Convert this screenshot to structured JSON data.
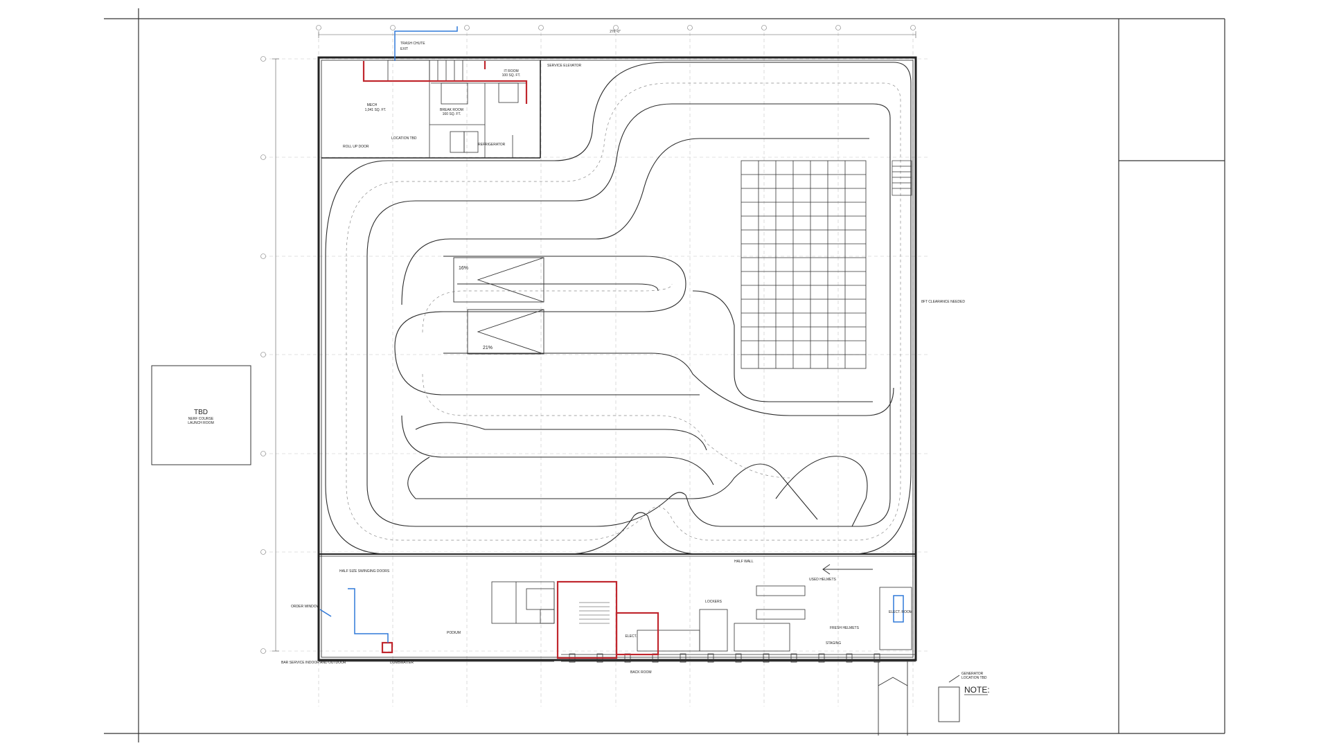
{
  "tbd_block": {
    "title": "TBD",
    "line1": "NERF COURSE",
    "line2": "LAUNCH ROOM"
  },
  "note": {
    "label": "NOTE:",
    "callout_line1": "GENERATOR",
    "callout_line2": "LOCATION TBD"
  },
  "overall_dimension": "276'-0\"",
  "grade_labels": {
    "upper": "16%",
    "lower": "21%"
  },
  "room_labels": {
    "mech": "MECH",
    "mech_area": "1,041 SQ. FT.",
    "break_room": "BREAK ROOM",
    "break_room_area": "160 SQ. FT.",
    "it_room": "IT ROOM",
    "it_room_area": "100 SQ. FT.",
    "service_elevator": "SERVICE ELEVATOR",
    "trash_chute": "TRASH CHUTE",
    "exit": "EXIT",
    "roll_up_door": "ROLL UP DOOR",
    "location_tbd": "LOCATION TBD",
    "refrigerator": "REFRIGERATOR",
    "clearance": "8FT CLEARANCE NEEDED",
    "half_wall": "HALF WALL",
    "used_helmets": "USED HELMETS",
    "fresh_helmets": "FRESH HELMETS",
    "staging": "STAGING",
    "elect_room": "ELECT. ROOM",
    "elect": "ELECT.",
    "lockers": "LOCKERS",
    "podium": "PODIUM",
    "order_window": "ORDER WINDOW",
    "half_size_swinging": "HALF SIZE SWINGING DOORS",
    "bar_service": "BAR SERVICE INDOOR AND OUTDOOR",
    "back_room": "BACK ROOM",
    "dumbwaiter": "DUMBWAITER"
  },
  "colors": {
    "line": "#2a2a2a",
    "grid": "#bdbdbd",
    "red": "#c0262d",
    "blue": "#2f78d8"
  }
}
